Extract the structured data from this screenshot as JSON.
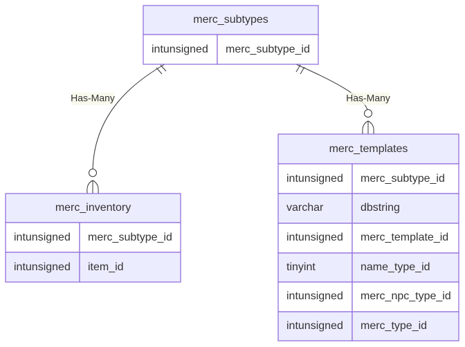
{
  "diagram": {
    "entities": {
      "merc_subtypes": {
        "title": "merc_subtypes",
        "rows": [
          {
            "type": "intunsigned",
            "name": "merc_subtype_id"
          }
        ]
      },
      "merc_inventory": {
        "title": "merc_inventory",
        "rows": [
          {
            "type": "intunsigned",
            "name": "merc_subtype_id"
          },
          {
            "type": "intunsigned",
            "name": "item_id"
          }
        ]
      },
      "merc_templates": {
        "title": "merc_templates",
        "rows": [
          {
            "type": "intunsigned",
            "name": "merc_subtype_id"
          },
          {
            "type": "varchar",
            "name": "dbstring"
          },
          {
            "type": "intunsigned",
            "name": "merc_template_id"
          },
          {
            "type": "tinyint",
            "name": "name_type_id"
          },
          {
            "type": "intunsigned",
            "name": "merc_npc_type_id"
          },
          {
            "type": "intunsigned",
            "name": "merc_type_id"
          }
        ]
      }
    },
    "relationships": [
      {
        "from": "merc_subtypes",
        "to": "merc_inventory",
        "label": "Has-Many",
        "from_cardinality": "exactly-one",
        "to_cardinality": "zero-or-more"
      },
      {
        "from": "merc_subtypes",
        "to": "merc_templates",
        "label": "Has-Many",
        "from_cardinality": "exactly-one",
        "to_cardinality": "zero-or-more"
      }
    ],
    "colors": {
      "header_fill": "#ECECFF",
      "row_alt_fill": "#ECECFF",
      "row_fill": "#FFFFFF",
      "border": "#9370DB",
      "line": "#333333",
      "label_bg": "#F7F7E8"
    }
  }
}
